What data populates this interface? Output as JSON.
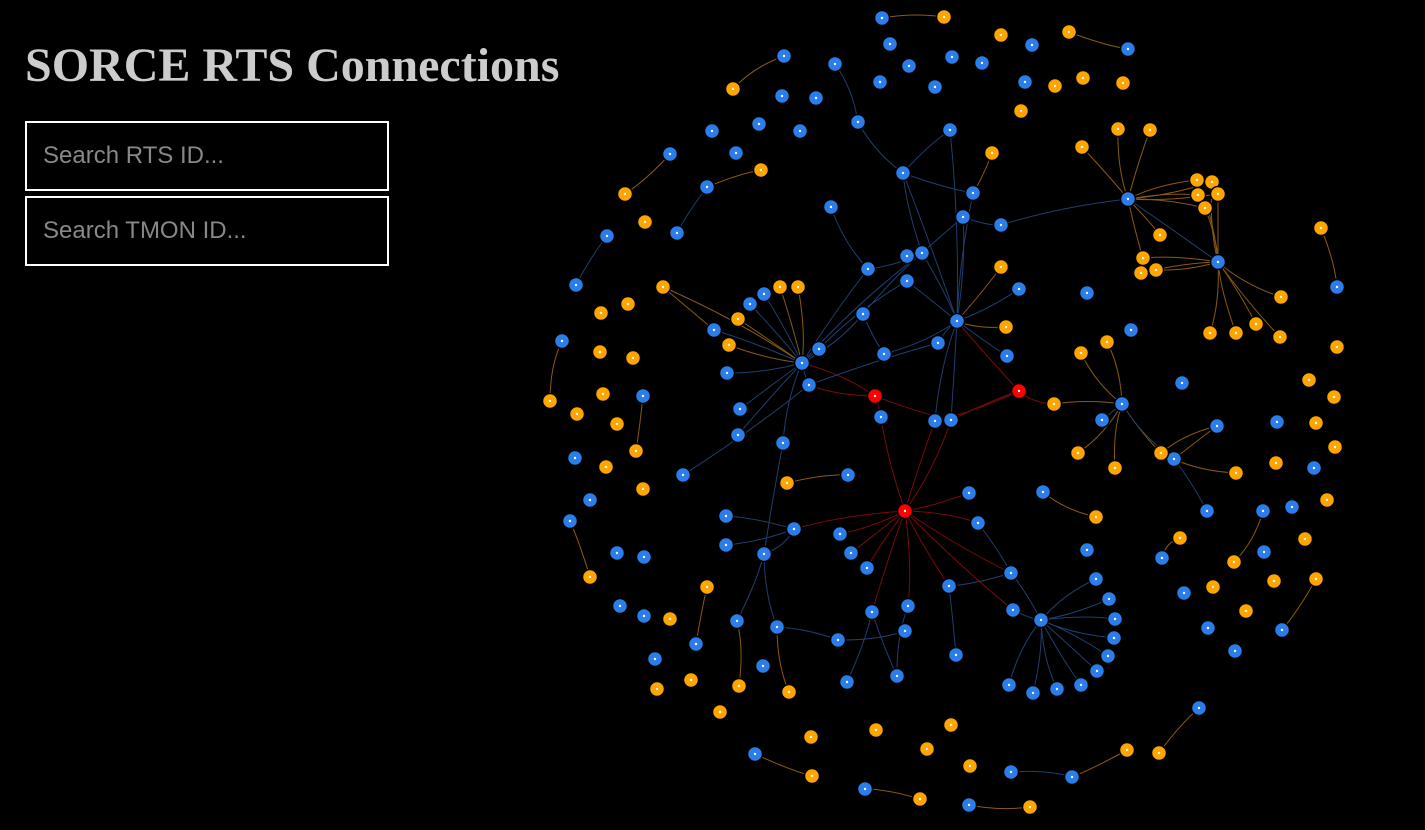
{
  "page": {
    "title": "SORCE RTS Connections"
  },
  "search": {
    "rts_placeholder": "Search RTS ID...",
    "tmon_placeholder": "Search TMON ID..."
  },
  "colors": {
    "background": "#000000",
    "title": "#cccccc",
    "rts_node": "#2b7de9",
    "tmon_node": "#ffa500",
    "highlight_node": "#ff0000",
    "rts_edge": "#1f3f6e",
    "tmon_edge": "#8a5a10",
    "highlight_edge": "#7a0a0a"
  },
  "graph": {
    "legend": "none",
    "node_types": [
      "rts",
      "tmon",
      "highlight"
    ]
  }
}
